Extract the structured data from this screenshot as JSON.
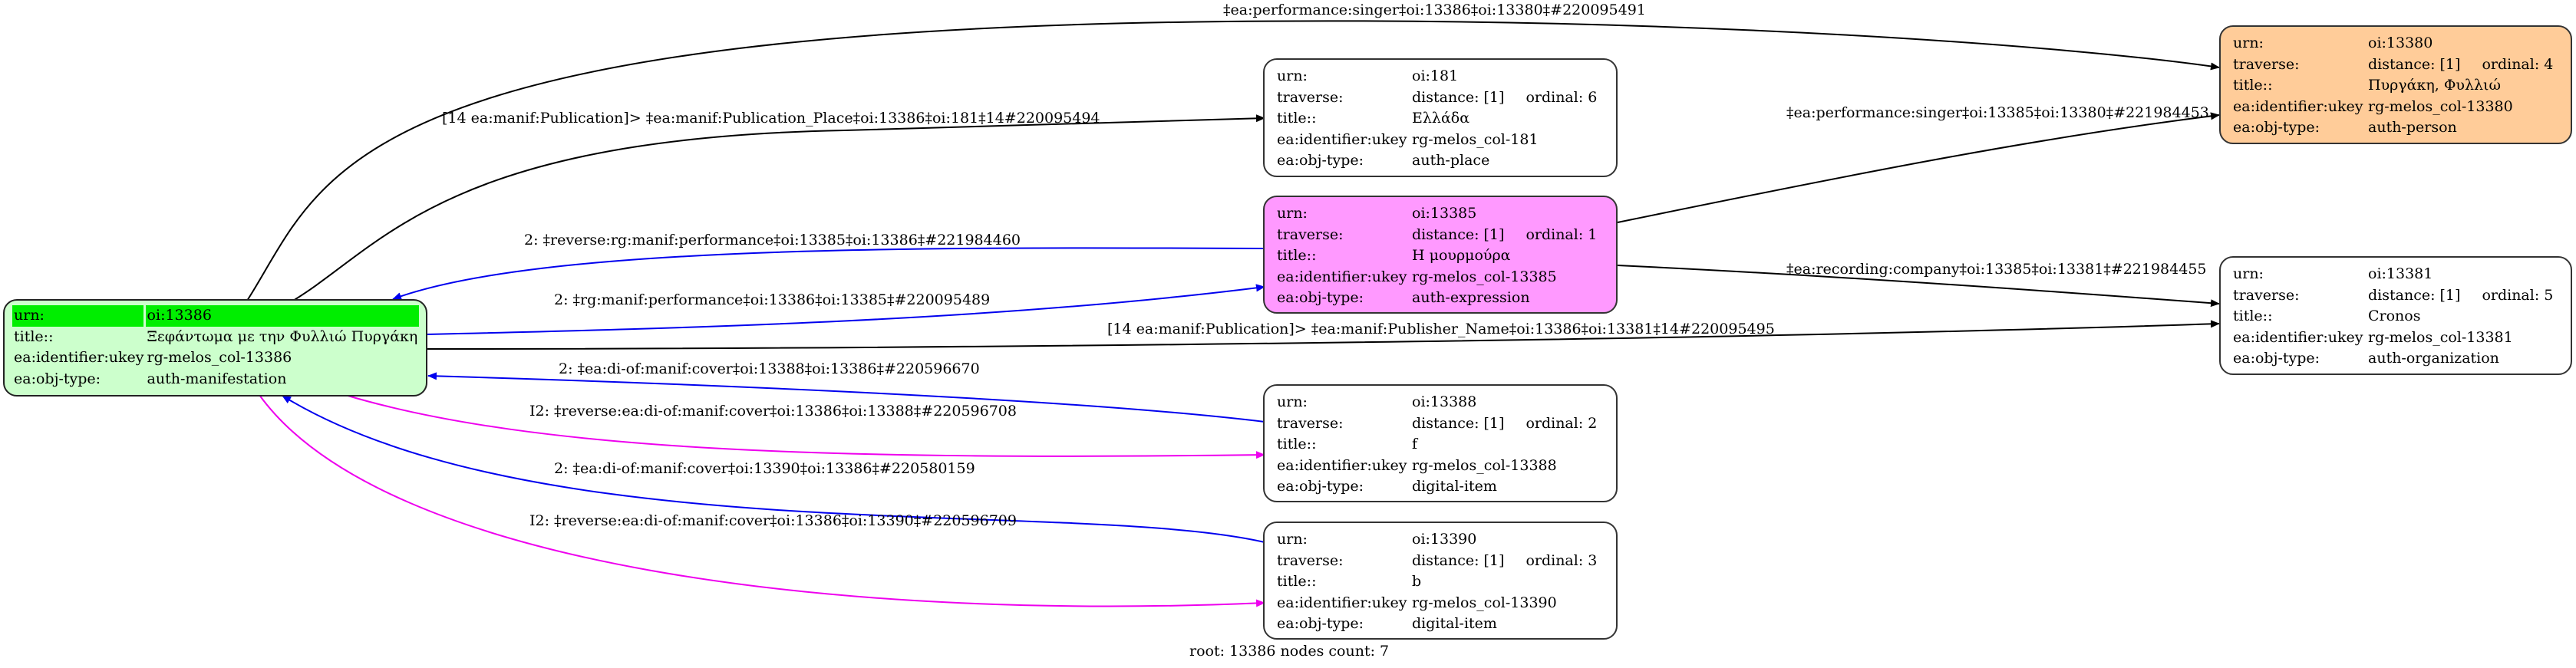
{
  "colors": {
    "root_fill": "#ccffcc",
    "root_highlight": "#00ee00",
    "expression_fill": "#ff99ff",
    "person_fill": "#ffcc99",
    "edge_black": "#000000",
    "edge_blue": "#0000ee",
    "edge_magenta": "#ee00ee"
  },
  "labels": {
    "urn": "urn:",
    "traverse": "traverse:",
    "title": "title::",
    "ukey": "ea:identifier:ukey",
    "objtype": "ea:obj-type:"
  },
  "nodes": {
    "root": {
      "urn": "oi:13386",
      "title": "Ξεφάντωμα με την Φυλλιώ Πυργάκη",
      "ukey": "rg-melos_col-13386",
      "objtype": "auth-manifestation"
    },
    "n181": {
      "urn": "oi:181",
      "distance": "distance: [1]",
      "ordinal": "ordinal: 6",
      "title": "Ελλάδα",
      "ukey": "rg-melos_col-181",
      "objtype": "auth-place"
    },
    "n13385": {
      "urn": "oi:13385",
      "distance": "distance: [1]",
      "ordinal": "ordinal: 1",
      "title": "Η μουρμούρα",
      "ukey": "rg-melos_col-13385",
      "objtype": "auth-expression"
    },
    "n13388": {
      "urn": "oi:13388",
      "distance": "distance: [1]",
      "ordinal": "ordinal: 2",
      "title": "f",
      "ukey": "rg-melos_col-13388",
      "objtype": "digital-item"
    },
    "n13390": {
      "urn": "oi:13390",
      "distance": "distance: [1]",
      "ordinal": "ordinal: 3",
      "title": "b",
      "ukey": "rg-melos_col-13390",
      "objtype": "digital-item"
    },
    "n13380": {
      "urn": "oi:13380",
      "distance": "distance: [1]",
      "ordinal": "ordinal: 4",
      "title": "Πυργάκη, Φυλλιώ",
      "ukey": "rg-melos_col-13380",
      "objtype": "auth-person"
    },
    "n13381": {
      "urn": "oi:13381",
      "distance": "distance: [1]",
      "ordinal": "ordinal: 5",
      "title": "Cronos",
      "ukey": "rg-melos_col-13381",
      "objtype": "auth-organization"
    }
  },
  "edges": {
    "e1": "‡ea:performance:singer‡oi:13386‡oi:13380‡#220095491",
    "e2": "[14 ea:manif:Publication]> ‡ea:manif:Publication_Place‡oi:13386‡oi:181‡14#220095494",
    "e3": "‡ea:performance:singer‡oi:13385‡oi:13380‡#221984453",
    "e4": "2: ‡reverse:rg:manif:performance‡oi:13385‡oi:13386‡#221984460",
    "e5": "2: ‡rg:manif:performance‡oi:13386‡oi:13385‡#220095489",
    "e6": "‡ea:recording:company‡oi:13385‡oi:13381‡#221984455",
    "e7": "[14 ea:manif:Publication]> ‡ea:manif:Publisher_Name‡oi:13386‡oi:13381‡14#220095495",
    "e8": "2: ‡ea:di-of:manif:cover‡oi:13388‡oi:13386‡#220596670",
    "e9": "I2: ‡reverse:ea:di-of:manif:cover‡oi:13386‡oi:13388‡#220596708",
    "e10": "2: ‡ea:di-of:manif:cover‡oi:13390‡oi:13386‡#220580159",
    "e11": "I2: ‡reverse:ea:di-of:manif:cover‡oi:13386‡oi:13390‡#220596709"
  },
  "footer": "root: 13386 nodes count: 7"
}
